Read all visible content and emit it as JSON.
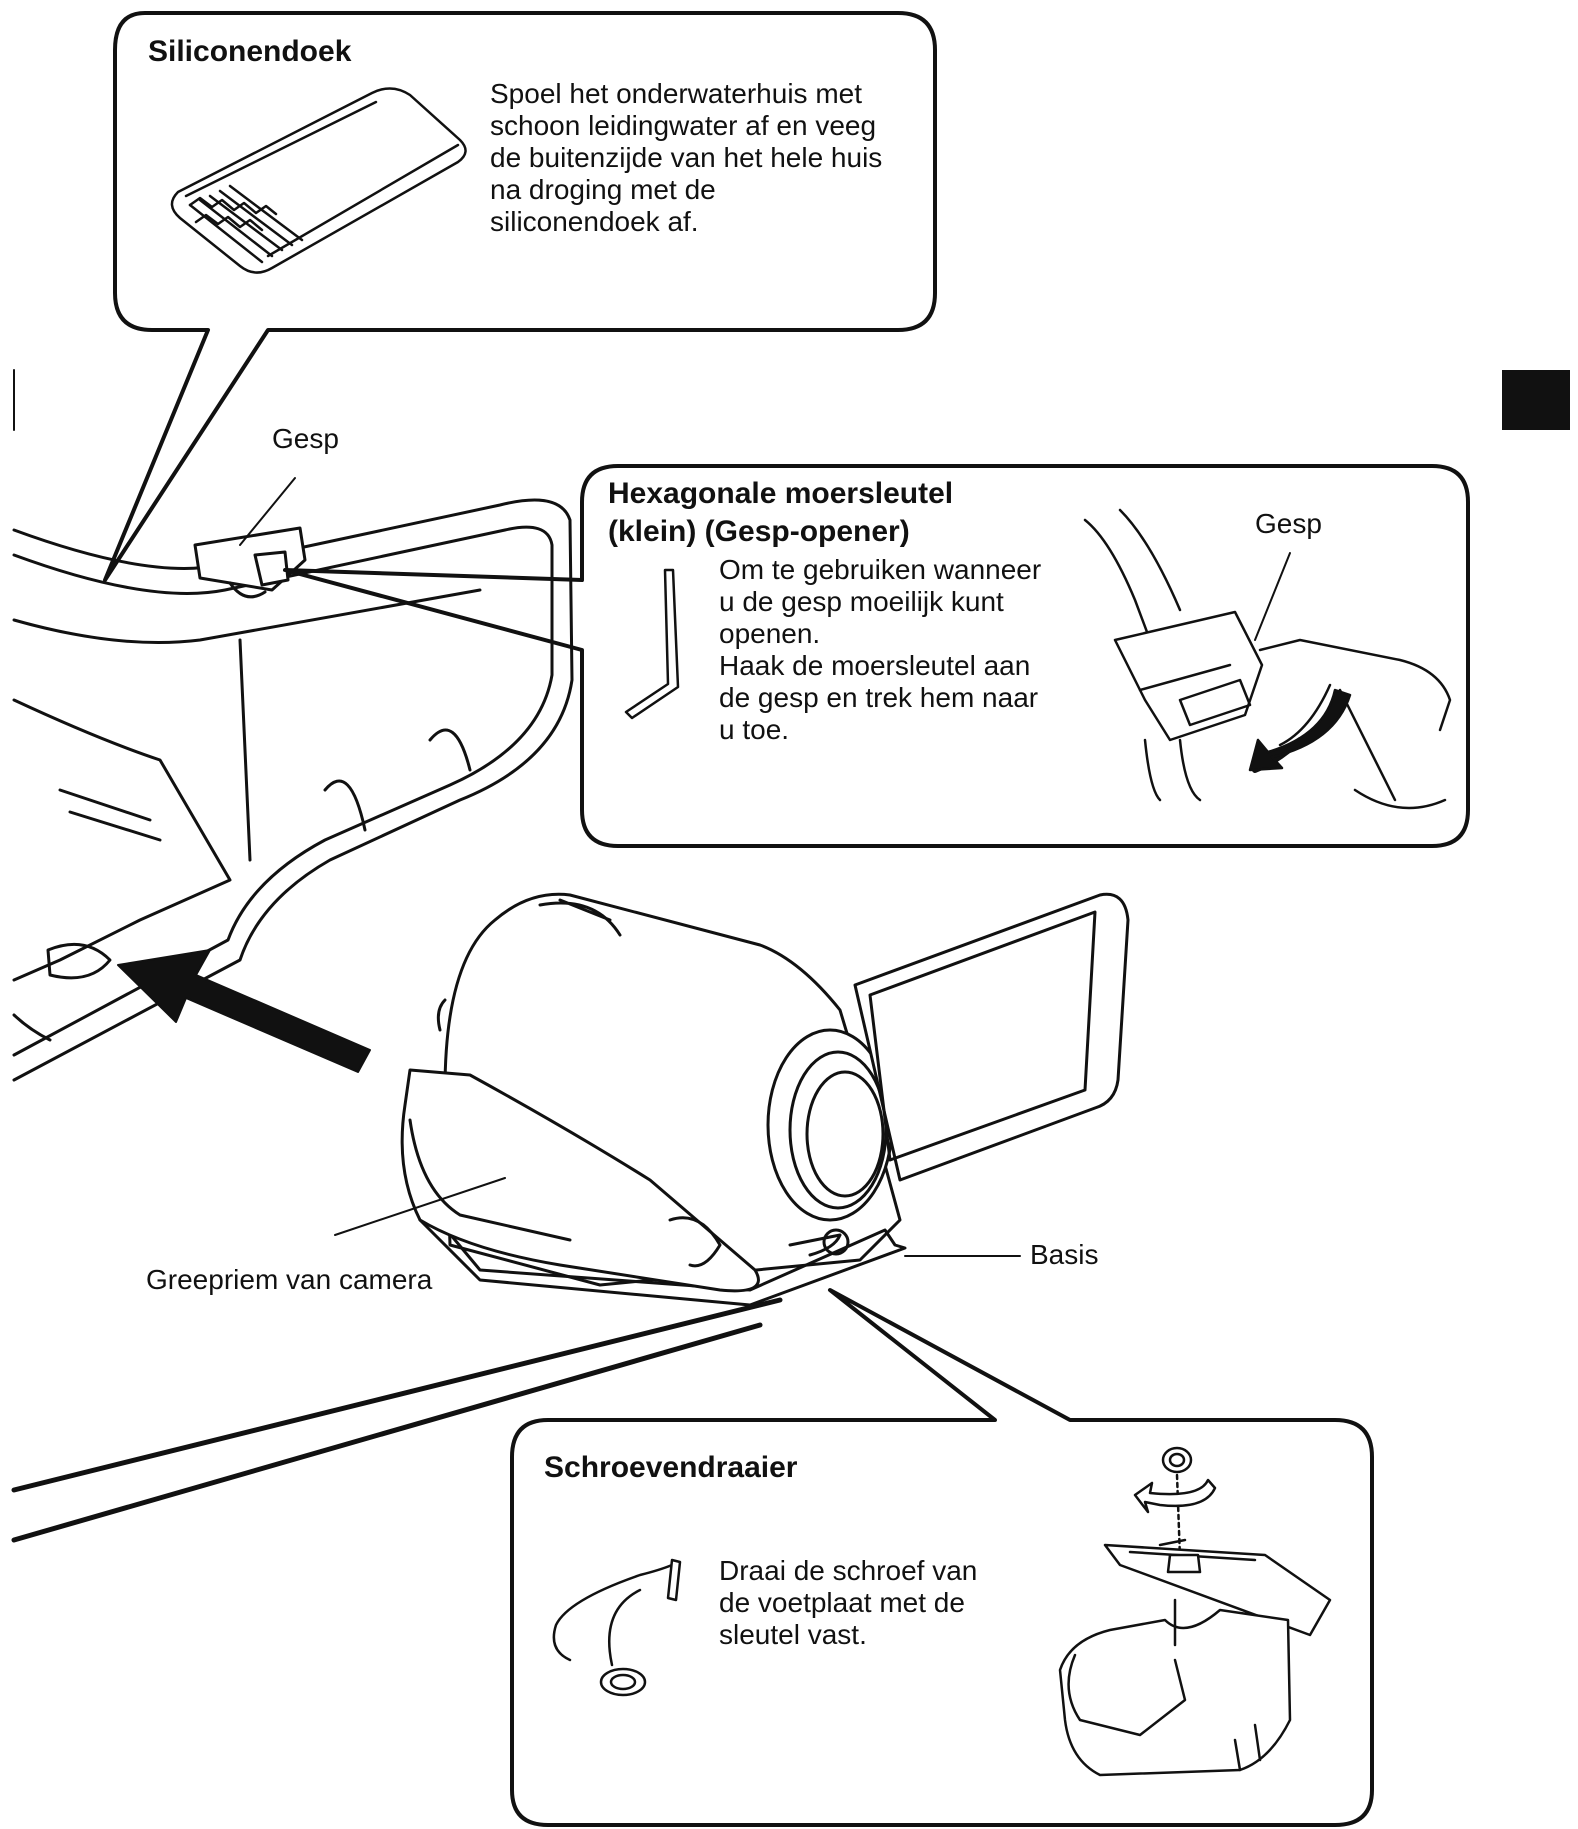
{
  "callouts": {
    "cloth": {
      "title": "Siliconendoek",
      "text": "Spoel het onderwaterhuis met\nschoon leidingwater af en veeg\nde buitenzijde van het hele huis\nna droging met de\nsiliconendoek af."
    },
    "wrench": {
      "title_line1": "Hexagonale moersleutel",
      "title_line2": "(klein) (Gesp-opener)",
      "text": "Om te gebruiken wanneer\nu de gesp moeilijk kunt\nopenen.\nHaak de moersleutel aan\nde gesp en trek hem naar\nu toe.",
      "detail_label": "Gesp"
    },
    "screwdriver": {
      "title": "Schroevendraaier",
      "text": "Draai de schroef van\nde voetplaat met de\nsleutel vast."
    }
  },
  "labels": {
    "buckle": "Gesp",
    "grip_strap": "Greepriem van camera",
    "base": "Basis"
  },
  "colors": {
    "ink": "#111111",
    "background": "#ffffff",
    "tab": "#111111"
  }
}
